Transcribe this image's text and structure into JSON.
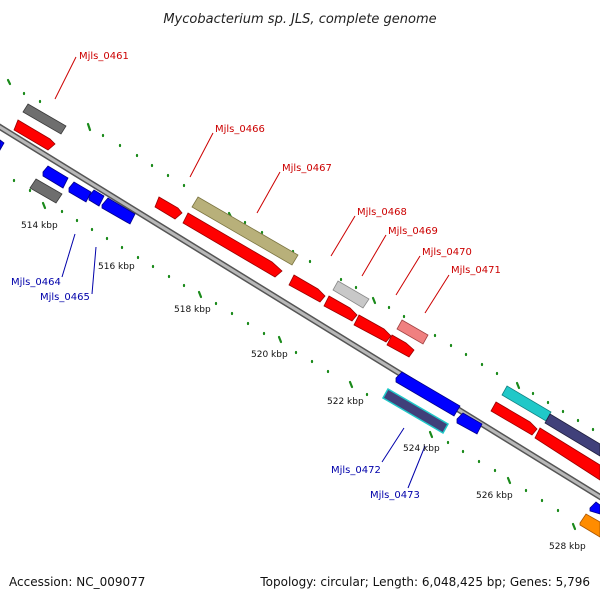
{
  "title": "Mycobacterium sp. JLS, complete genome",
  "footer": {
    "accession": "Accession: NC_009077",
    "summary": "Topology: circular; Length: 6,048,425 bp; Genes: 5,796"
  },
  "colors": {
    "backbone": "#8a8a8a",
    "tick": "#1a8a1a",
    "forward_label": "#cc0000",
    "reverse_label": "#0000aa"
  },
  "ticks": [
    "514 kbp",
    "516 kbp",
    "518 kbp",
    "520 kbp",
    "522 kbp",
    "524 kbp",
    "526 kbp",
    "528 kbp"
  ],
  "forward_labels": [
    "Mjls_0461",
    "Mjls_0466",
    "Mjls_0467",
    "Mjls_0468",
    "Mjls_0469",
    "Mjls_0470",
    "Mjls_0471"
  ],
  "reverse_labels": [
    "Mjls_0464",
    "Mjls_0465",
    "Mjls_0472",
    "Mjls_0473"
  ]
}
